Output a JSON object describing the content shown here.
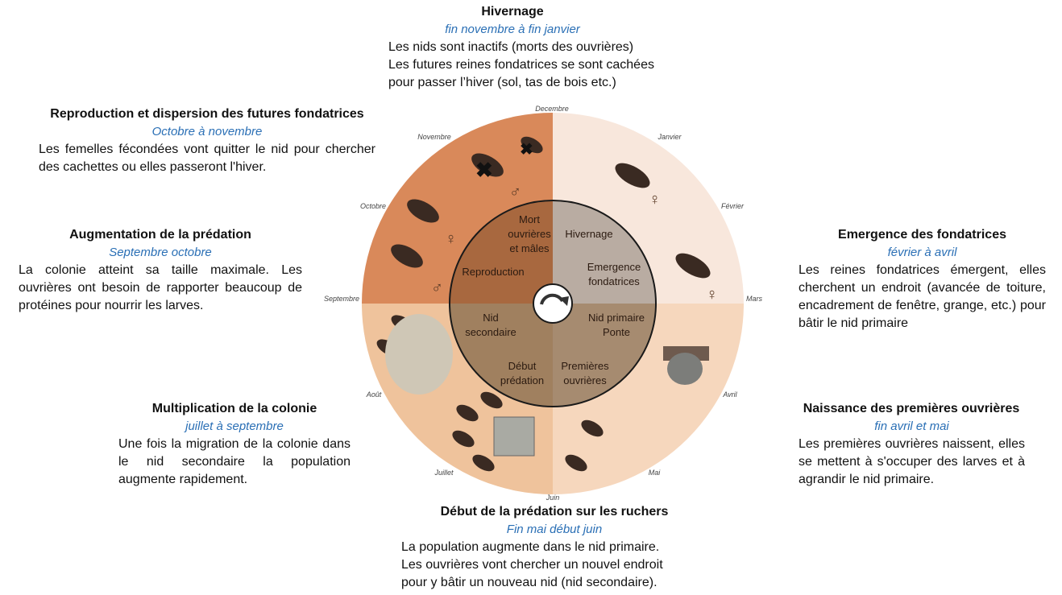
{
  "colors": {
    "subtitle": "#2a6fb5",
    "q_tl": "#d9895a",
    "q_tr": "#f8e7dc",
    "q_bl": "#efc39c",
    "q_br": "#f6d7bd"
  },
  "stages": [
    {
      "title": "Hivernage",
      "period": "fin novembre à fin janvier",
      "lines": [
        "Les nids sont inactifs (morts des ouvrières)",
        "Les futures reines fondatrices se sont cachées",
        "pour passer l’hiver (sol, tas de bois etc.)"
      ]
    },
    {
      "title": "Reproduction et dispersion des futures fondatrices",
      "period": "Octobre à novembre",
      "text": "Les femelles fécondées vont quitter le nid pour chercher des cachettes ou elles passeront l'hiver."
    },
    {
      "title": "Augmentation de la prédation",
      "period": "Septembre octobre",
      "text": "La colonie atteint sa taille maximale. Les ouvrières ont besoin de rapporter beaucoup de protéines pour nourrir les larves."
    },
    {
      "title": "Multiplication de la colonie",
      "period": "juillet à septembre",
      "text": "Une fois la migration de la colonie dans le nid secondaire la population augmente rapidement."
    },
    {
      "title": "Début de la prédation sur les ruchers",
      "period": "Fin mai début juin",
      "lines": [
        "La population augmente dans le nid primaire.",
        "Les ouvrières vont chercher un nouvel endroit",
        "pour y bâtir un nouveau nid (nid secondaire)."
      ]
    },
    {
      "title": "Emergence des fondatrices",
      "period": "février à avril",
      "text": "Les reines fondatrices émergent, elles cherchent un endroit (avancée de toiture, encadrement de fenêtre, grange, etc.) pour bâtir le nid primaire"
    },
    {
      "title": "Naissance des premières ouvrières",
      "period": "fin avril et mai",
      "text": "Les premières ouvrières naissent, elles se mettent à s'occuper des larves et à agrandir le nid primaire."
    }
  ],
  "months": [
    "Decembre",
    "Janvier",
    "Février",
    "Mars",
    "Avril",
    "Mai",
    "Juin",
    "Juillet",
    "Août",
    "Septembre",
    "Octobre",
    "Novembre"
  ],
  "inner": {
    "mort": [
      "Mort",
      "ouvrières",
      "et mâles"
    ],
    "reproduction": "Reproduction",
    "hivernage": "Hivernage",
    "emergence": [
      "Emergence",
      "fondatrices"
    ],
    "nid_secondaire": [
      "Nid",
      "secondaire"
    ],
    "nid_primaire": [
      "Nid primaire",
      "Ponte"
    ],
    "debut": [
      "Début",
      "prédation"
    ],
    "premieres": [
      "Premières",
      "ouvrières"
    ]
  },
  "symbols": {
    "male": "♂",
    "female": "♀",
    "dead": "✖"
  }
}
